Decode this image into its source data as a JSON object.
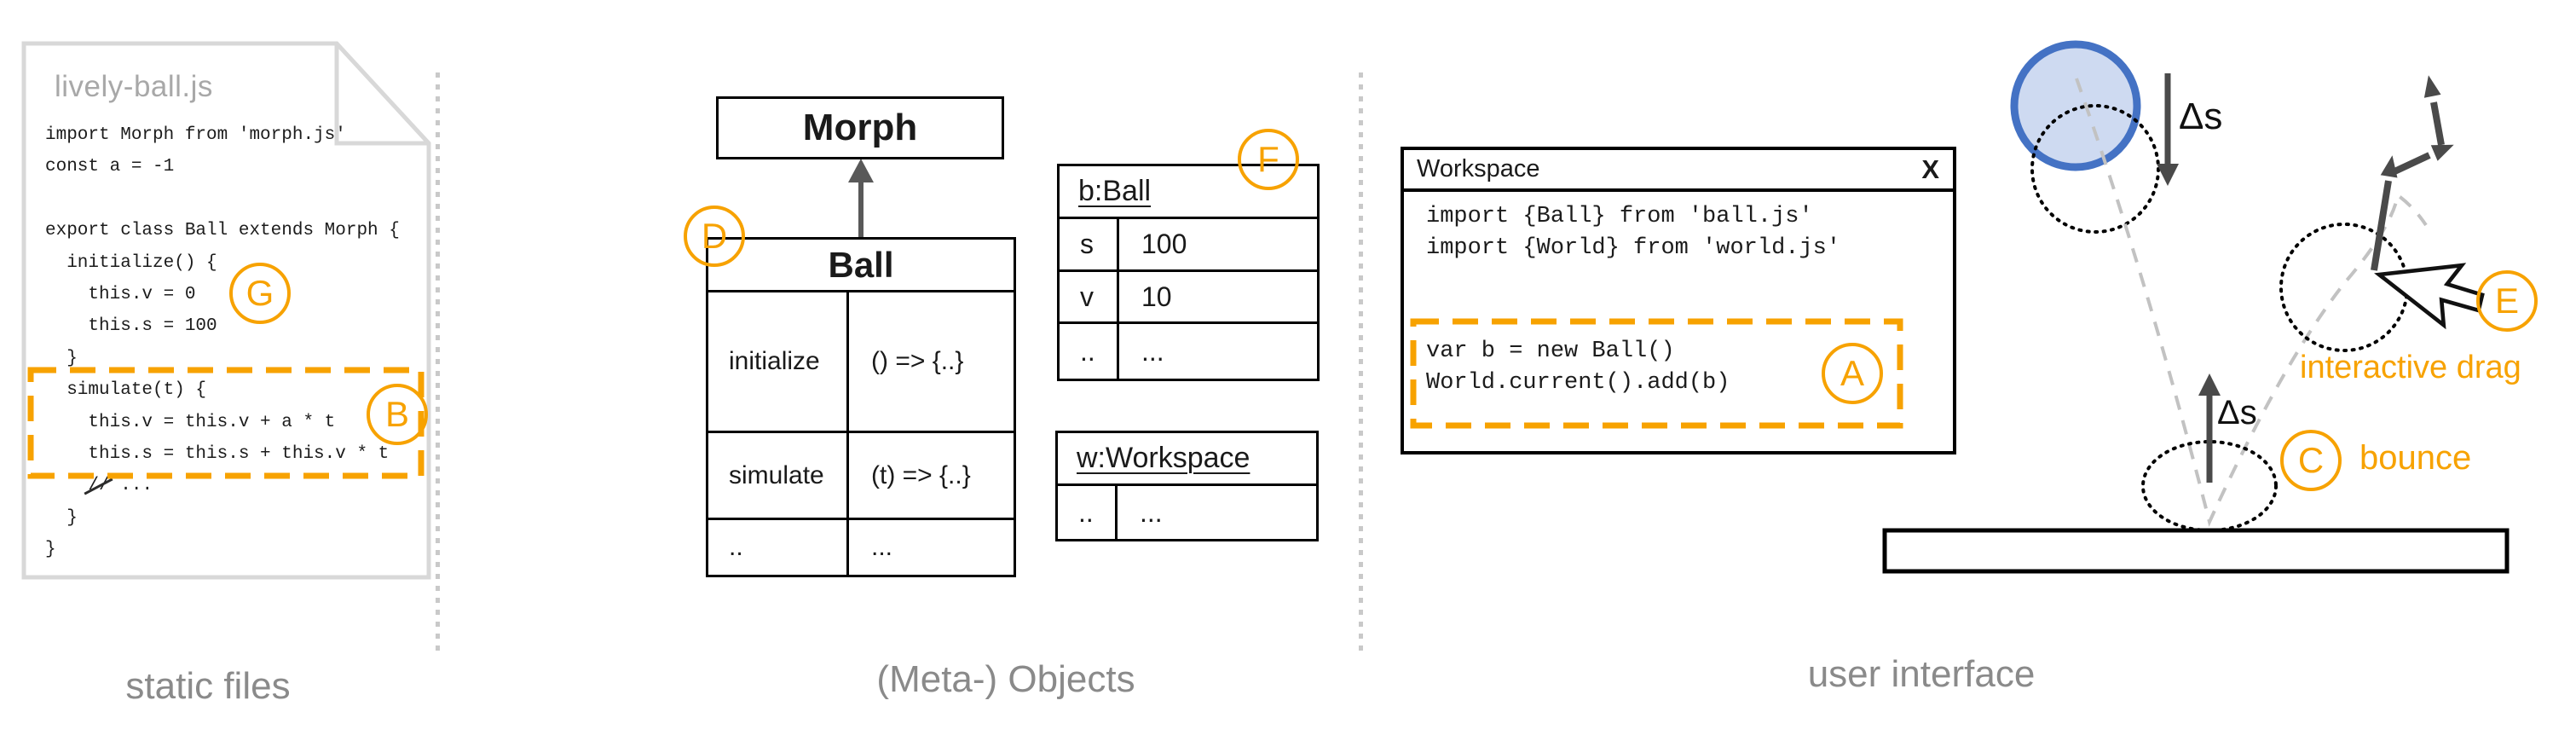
{
  "colors": {
    "accent_orange": "#f7a200",
    "ball_blue_stroke": "#4472c4",
    "ball_blue_fill": "#cedaf1",
    "label_gray": "#8a8a8a"
  },
  "section_labels": {
    "left": "static files",
    "middle": "(Meta-) Objects",
    "right": "user interface"
  },
  "file_card": {
    "filename": "lively-ball.js",
    "code_lines": [
      "import Morph from 'morph.js'",
      "const a = -1",
      "",
      "export class Ball extends Morph {",
      "  initialize() {",
      "    this.v = 0",
      "    this.s = 100",
      "  }",
      "  simulate(t) {",
      "    this.v = this.v + a * t",
      "    this.s = this.s + this.v * t"
    ],
    "struck_line": {
      "indent": "    ",
      "token": "//",
      "rest": " ..."
    },
    "code_after": [
      "  }",
      "}"
    ]
  },
  "class_diagram": {
    "superclass_label": "Morph",
    "class_table": {
      "header": "Ball",
      "rows": [
        {
          "name": "initialize",
          "value": "() => {..}"
        },
        {
          "name": "simulate",
          "value": "(t) => {..}"
        },
        {
          "name": "..",
          "value": "..."
        }
      ]
    },
    "instance_table": {
      "header": "b:Ball",
      "rows": [
        {
          "name": "s",
          "value": "100"
        },
        {
          "name": "v",
          "value": "10"
        },
        {
          "name": "..",
          "value": "..."
        }
      ]
    },
    "workspace_object_table": {
      "header": "w:Workspace",
      "rows": [
        {
          "name": "..",
          "value": "..."
        }
      ]
    }
  },
  "workspace_window": {
    "title": "Workspace",
    "close_label": "X",
    "import_lines": [
      "import {Ball} from 'ball.js'",
      "import {World} from 'world.js'"
    ],
    "eval_lines": [
      "var b = new Ball()",
      "World.current().add(b)"
    ]
  },
  "annotations": {
    "A": "A",
    "B": "B",
    "C": "C",
    "D": "D",
    "E": "E",
    "F": "F",
    "G": "G"
  },
  "illustration": {
    "delta_s_label": "Δs",
    "bounce_label": "bounce",
    "drag_label": "interactive drag"
  }
}
